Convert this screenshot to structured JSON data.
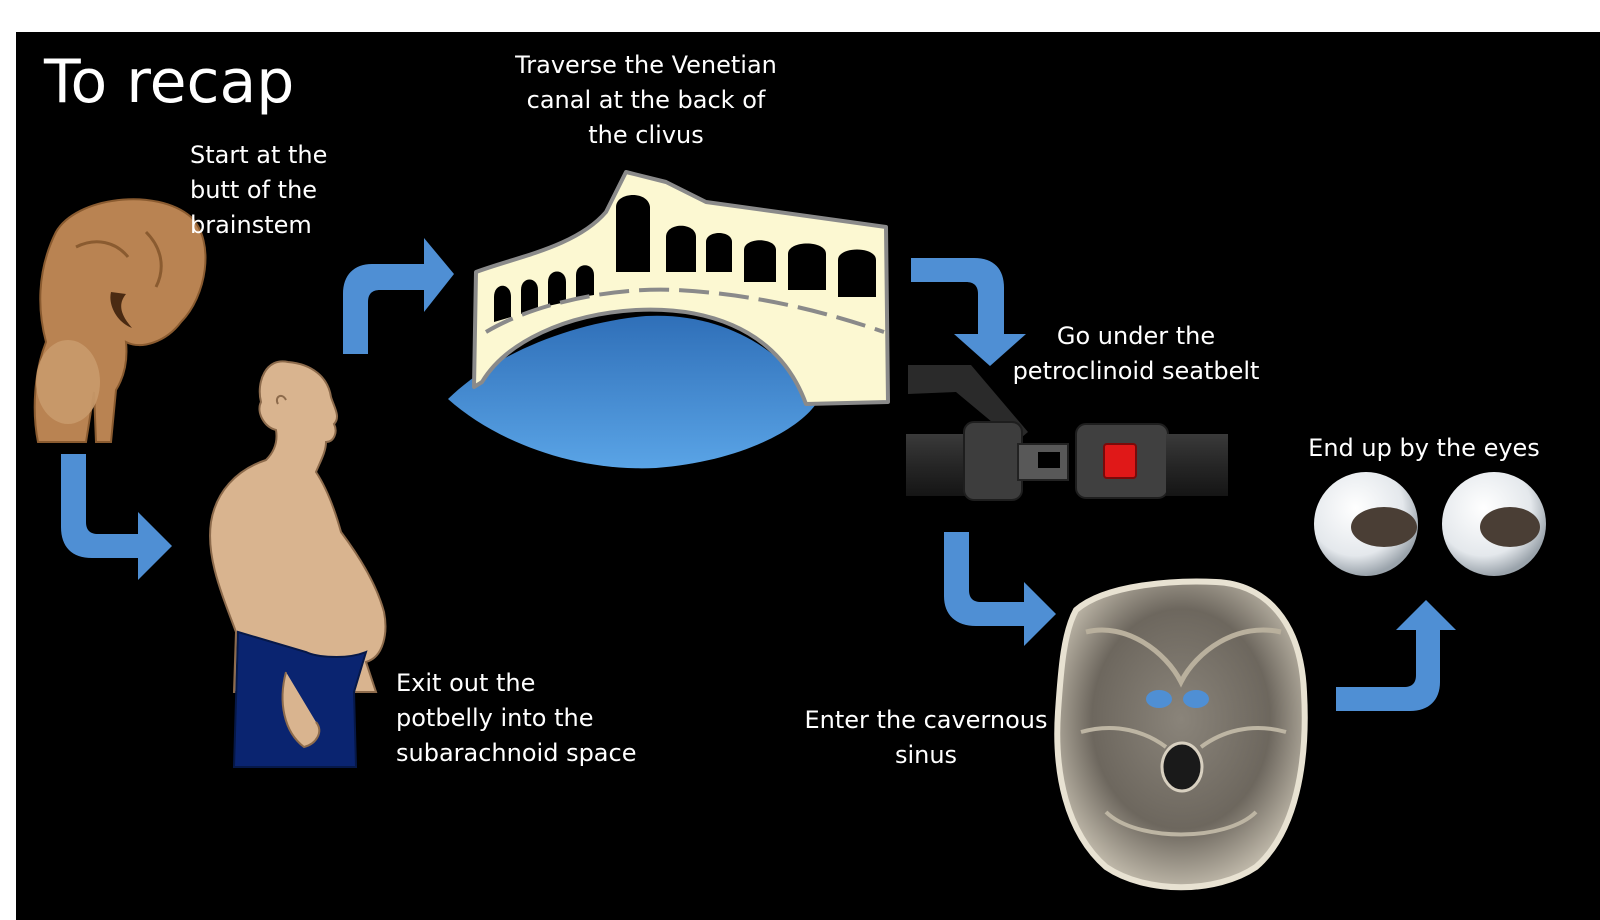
{
  "title": "To recap",
  "colors": {
    "background": "#000000",
    "arrow": "#4f8fd4",
    "water": "#4d93da",
    "bridge": "#fcf8d2",
    "skin": "#d9b48f",
    "shorts": "#0a2470",
    "seatbelt_button": "#e01818"
  },
  "icons": [
    "brainstem-figure-icon",
    "potbelly-man-icon",
    "rialto-bridge-icon",
    "seatbelt-buckle-icon",
    "skull-base-icon",
    "eyes-icon",
    "curved-arrow-icon"
  ],
  "steps": {
    "start": {
      "lines": [
        "Start at the",
        "butt of the",
        "brainstem"
      ]
    },
    "exit": {
      "lines": [
        "Exit out the",
        "potbelly into the",
        "subarachnoid space"
      ]
    },
    "traverse": {
      "lines": [
        "Traverse the Venetian",
        "canal at the back of",
        "the clivus"
      ]
    },
    "under": {
      "lines": [
        "Go under the",
        "petroclinoid seatbelt"
      ]
    },
    "enter": {
      "lines": [
        "Enter the cavernous",
        "sinus"
      ]
    },
    "end": {
      "lines": [
        "End up by the eyes"
      ]
    }
  }
}
